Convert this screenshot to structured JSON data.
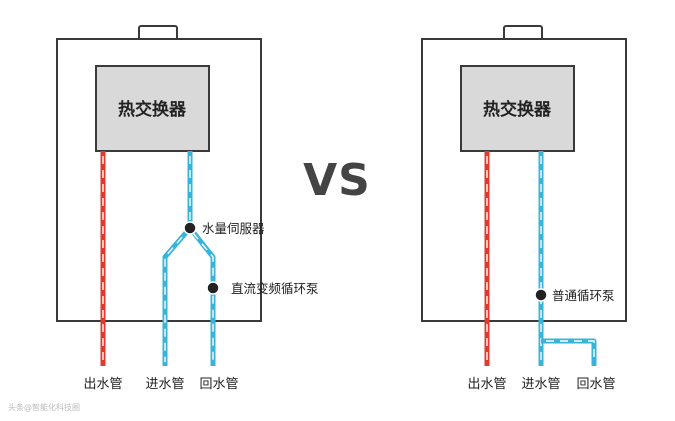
{
  "vs_label": "VS",
  "left_unit": {
    "heat_exchanger": "热交换器",
    "annotations": {
      "servo": "水量伺服器",
      "pump": "直流变频循环泵"
    },
    "pipes": {
      "outlet": "出水管",
      "inlet": "进水管",
      "return": "回水管"
    }
  },
  "right_unit": {
    "heat_exchanger": "热交换器",
    "annotations": {
      "pump": "普通循环泵"
    },
    "pipes": {
      "outlet": "出水管",
      "inlet": "进水管",
      "return": "回水管"
    }
  },
  "watermark": "头条@智能化科技圈",
  "colors": {
    "hot_pipe": "#e0392d",
    "cold_pipe": "#36b4dc",
    "frame": "#3a3a3a",
    "exchanger_fill": "#d9d9d9"
  }
}
